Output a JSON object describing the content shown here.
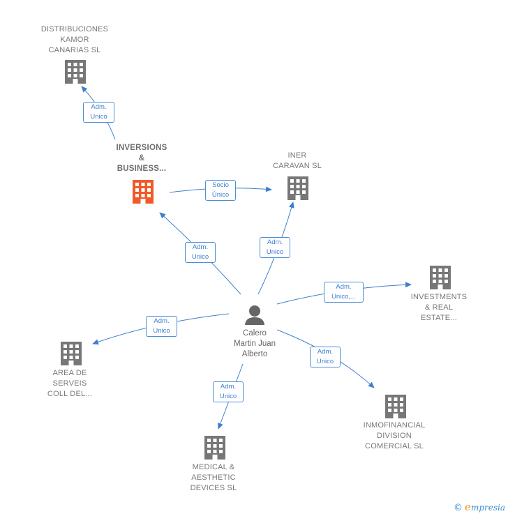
{
  "nodes": {
    "kamor": {
      "lines": [
        "DISTRIBUCIONES",
        "KAMOR",
        "CANARIAS  SL"
      ],
      "icon": "building-icon"
    },
    "inversions": {
      "lines": [
        "INVERSIONS",
        "&",
        "BUSINESS..."
      ],
      "icon": "building-icon-highlighted"
    },
    "iner": {
      "lines": [
        "INER",
        "CARAVAN  SL"
      ],
      "icon": "building-icon"
    },
    "investments": {
      "lines": [
        "INVESTMENTS",
        "& REAL",
        "ESTATE..."
      ],
      "icon": "building-icon"
    },
    "area": {
      "lines": [
        "AREA DE",
        "SERVEIS",
        "COLL DEL..."
      ],
      "icon": "building-icon"
    },
    "medical": {
      "lines": [
        "MEDICAL &",
        "AESTHETIC",
        "DEVICES  SL"
      ],
      "icon": "building-icon"
    },
    "inmofinancial": {
      "lines": [
        "INMOFINANCIAL",
        "DIVISION",
        "COMERCIAL SL"
      ],
      "icon": "building-icon"
    },
    "calero": {
      "lines": [
        "Calero",
        "Martin Juan",
        "Alberto"
      ],
      "icon": "person-icon"
    }
  },
  "edges": {
    "inversions_kamor": [
      "Adm.",
      "Unico"
    ],
    "inversions_iner": [
      "Socio",
      "Único"
    ],
    "calero_inversions": [
      "Adm.",
      "Unico"
    ],
    "calero_iner": [
      "Adm.",
      "Unico"
    ],
    "calero_investments": [
      "Adm.",
      "Unico,..."
    ],
    "calero_area": [
      "Adm.",
      "Unico"
    ],
    "calero_medical": [
      "Adm.",
      "Unico"
    ],
    "calero_inmofinancial": [
      "Adm.",
      "Unico"
    ]
  },
  "colors": {
    "edge": "#3d7fcc",
    "building": "#777777",
    "building_highlight": "#f05a28",
    "person": "#666666"
  },
  "footer": {
    "copyright": "©",
    "brand_first": "e",
    "brand_rest": "mpresia"
  }
}
